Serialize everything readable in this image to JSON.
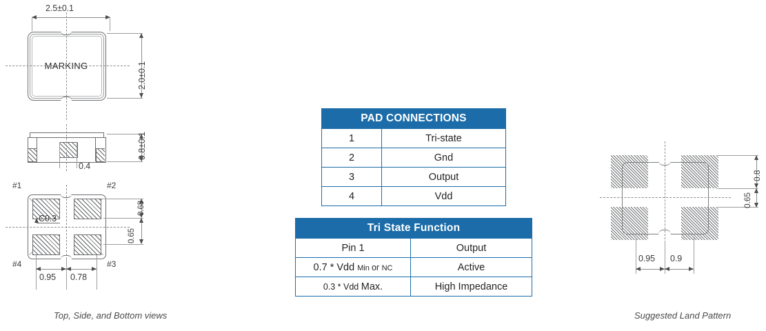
{
  "drawing_left": {
    "caption": "Top, Side, and  Bottom  views",
    "top_view": {
      "marking_label": "MARKING",
      "width_dim": "2.5±0.1",
      "height_dim": "2.0±0.1"
    },
    "side_view": {
      "center_pad_dim": "0.4",
      "height_dim": "0.8±0.1"
    },
    "bottom_view": {
      "pin_labels": [
        "#1",
        "#2",
        "#3",
        "#4"
      ],
      "chamfer_note": "C0.3",
      "pad_height_dim": "0.68",
      "pad_pitch_dim": "0.65",
      "dim_left": "0.95",
      "dim_right": "0.78"
    }
  },
  "drawing_right": {
    "caption": "Suggested Land Pattern",
    "pad_height_dim": "0.8",
    "pad_pitch_dim": "0.65",
    "dim_left": "0.95",
    "dim_right": "0.9"
  },
  "pad_connections": {
    "title": "PAD CONNECTIONS",
    "rows": [
      {
        "pin": "1",
        "function": "Tri-state"
      },
      {
        "pin": "2",
        "function": "Gnd"
      },
      {
        "pin": "3",
        "function": "Output"
      },
      {
        "pin": "4",
        "function": "Vdd"
      }
    ]
  },
  "tri_state": {
    "title": "Tri State Function",
    "header": {
      "left": "Pin 1",
      "right": "Output"
    },
    "rows": [
      {
        "left_parts": [
          {
            "text": "0.7 * Vdd ",
            "size": "big"
          },
          {
            "text": "Min ",
            "size": "small"
          },
          {
            "text": "or ",
            "size": "mid"
          },
          {
            "text": "NC",
            "size": "small"
          }
        ],
        "left_plain": "0.7 * Vdd Min or NC",
        "right": "Active"
      },
      {
        "left_parts": [
          {
            "text": "0.3 * Vdd ",
            "size": "mid"
          },
          {
            "text": "Max.",
            "size": "big"
          }
        ],
        "left_plain": "0.3 * Vdd Max.",
        "right": "High Impedance"
      }
    ]
  },
  "colors": {
    "table_blue": "#1b6ca8",
    "line_gray": "#6d6e71",
    "text": "#231f20"
  }
}
